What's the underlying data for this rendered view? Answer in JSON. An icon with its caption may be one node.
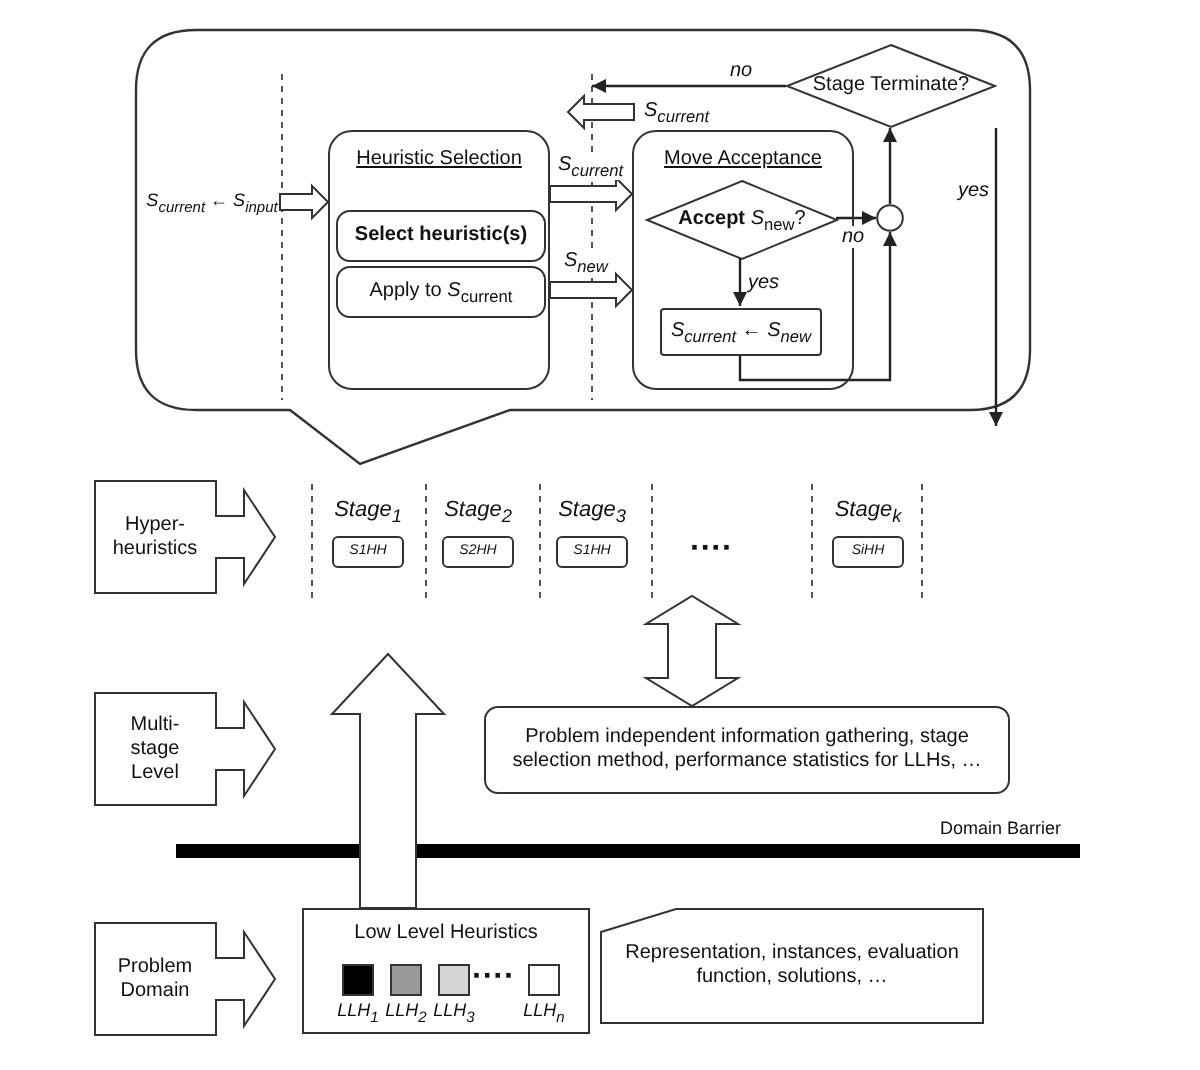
{
  "diagram": {
    "nodes": [
      {
        "text": [],
        "shape": "bubble"
      },
      {
        "text": [
          "Heuristic Selection"
        ],
        "in": 0
      },
      {
        "text": [
          "Select heuristic(s)"
        ],
        "in": 1
      },
      {
        "text": [
          "Apply to *S*$_{current}$"
        ],
        "in": 1
      },
      {
        "text": [
          "Move Acceptance"
        ],
        "in": 0
      },
      {
        "text": [
          "**Accept** *S*$_{new}$?"
        ],
        "in": 4
      },
      {
        "text": [
          "*S*$_{current}$ ← *S*$_{new}$"
        ],
        "in": 4
      },
      {
        "text": [],
        "shape": "circle",
        "in": 0
      },
      {
        "text": [
          "Stage Terminate?"
        ],
        "in": 0
      },
      {
        "text": [
          "*S*$_{current}$ ← *S*$_{input}$"
        ],
        "in": 0
      },
      {
        "text": [
          "Hyper- heuristics"
        ]
      },
      {
        "text": [
          "S1HH"
        ],
        "beside": [
          "Stage$_{1}$"
        ]
      },
      {
        "text": [
          "S2HH"
        ],
        "beside": [
          "Stage$_{2}$"
        ]
      },
      {
        "text": [
          "S1HH"
        ],
        "beside": [
          "Stage$_{3}$"
        ]
      },
      {
        "text": [
          "SiHH"
        ],
        "beside": [
          "Stage$_{k}$"
        ]
      },
      {
        "text": [
          "Multi- stage Level"
        ]
      },
      {
        "text": [
          "Problem independent information gathering, stage selection method, performance statistics for LLHs, …"
        ]
      },
      {
        "text": [
          "Problem Domain"
        ]
      },
      {
        "text": [
          "Low Level Heuristics"
        ]
      },
      {
        "text": [
          "LLH$_{1}$"
        ],
        "in": 18
      },
      {
        "text": [
          "LLH$_{2}$"
        ],
        "in": 18
      },
      {
        "text": [
          "LLH$_{3}$"
        ],
        "in": 18
      },
      {
        "text": [
          "LLH$_{n}$"
        ],
        "in": 18
      },
      {
        "text": [
          "Representation, instances, evaluation function, solutions, …"
        ]
      }
    ],
    "edges": [
      {
        "from": 9,
        "to": 1,
        "arrow": "to",
        "style": "thick"
      },
      {
        "from": 1,
        "to": 4,
        "arrow": "to",
        "label": "*S*$_{current}$",
        "style": "thick"
      },
      {
        "from": 1,
        "to": 4,
        "arrow": "to",
        "label": "*S*$_{new}$",
        "style": "thick"
      },
      {
        "from": 5,
        "to": 6,
        "arrow": "to",
        "label": "yes"
      },
      {
        "from": 5,
        "to": 7,
        "arrow": "to",
        "label": "no"
      },
      {
        "from": 6,
        "to": 7,
        "arrow": "to"
      },
      {
        "from": 7,
        "to": 8,
        "arrow": "to"
      },
      {
        "from": 8,
        "to": null,
        "arrow": "to",
        "label": "no"
      },
      {
        "from": 8,
        "to": null,
        "arrow": "to",
        "label": "yes"
      },
      {
        "from": null,
        "to": 16,
        "arrow": "both",
        "style": "thick"
      },
      {
        "from": 18,
        "to": null,
        "arrow": "to",
        "style": "thick"
      }
    ],
    "labels": [
      "*S*$_{current}$",
      "····",
      "Domain Barrier",
      "····"
    ]
  }
}
